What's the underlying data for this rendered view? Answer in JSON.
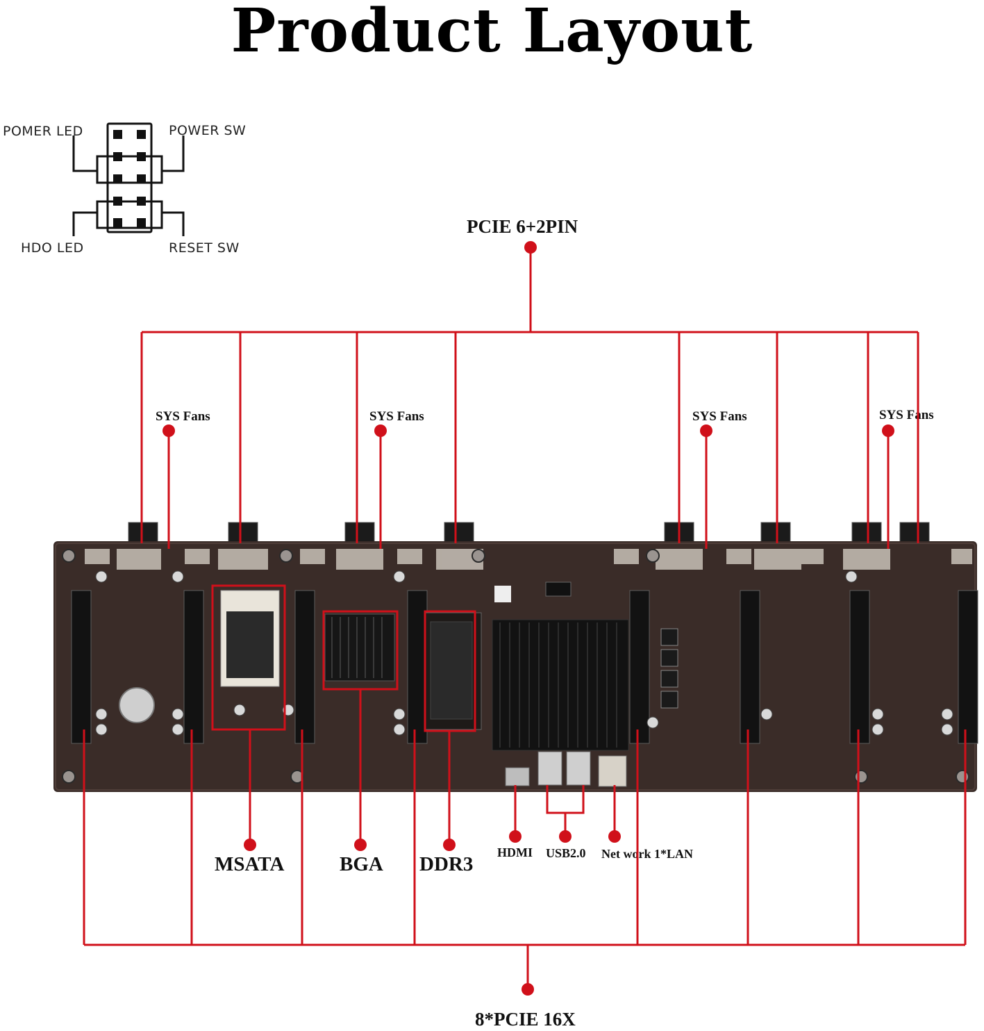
{
  "title": "Product Layout",
  "front_panel_header": {
    "power_led": "POMER LED",
    "power_sw": "POWER SW",
    "hdd_led": "HDO LED",
    "reset_sw": "RESET SW"
  },
  "callouts": {
    "pcie_power": "PCIE 6+2PIN",
    "sys_fans": [
      "SYS Fans",
      "SYS Fans",
      "SYS Fans",
      "SYS Fans"
    ],
    "msata": "MSATA",
    "bga": "BGA",
    "ddr3": "DDR3",
    "hdmi": "HDMI",
    "usb": "USB2.0",
    "lan": "Net work 1*LAN",
    "pcie_slots": "8*PCIE 16X"
  },
  "colors": {
    "callout_line": "#d0101a",
    "board": "#3a2c28",
    "heatsink": "#141414",
    "text": "#111111"
  }
}
